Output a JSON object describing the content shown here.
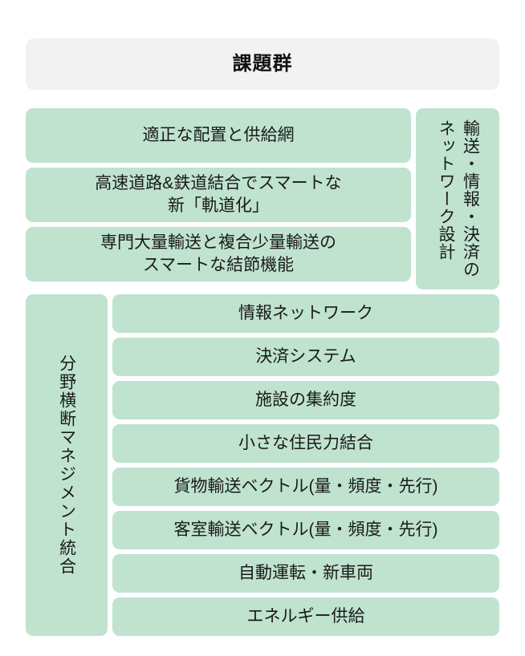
{
  "header": {
    "title": "課題群"
  },
  "colors": {
    "header_bg": "#f2f2f2",
    "card_bg": "#bfe3cf",
    "page_bg": "#ffffff",
    "text": "#1a1a1a"
  },
  "sections": [
    {
      "id": "network-design",
      "vertical_label_line1": "輸送・情報・決済の",
      "vertical_label_line2": "ネットワーク設計",
      "rows": [
        {
          "line1": "適正な配置と供給網",
          "line2": ""
        },
        {
          "line1": "高速道路&鉄道結合でスマートな",
          "line2": "新「軌道化」"
        },
        {
          "line1": "専門大量輸送と複合少量輸送の",
          "line2": "スマートな結節機能"
        }
      ]
    },
    {
      "id": "cross-domain-management",
      "vertical_label": "分野横断マネジメント統合",
      "rows": [
        {
          "label": "情報ネットワーク"
        },
        {
          "label": "決済システム"
        },
        {
          "label": "施設の集約度"
        },
        {
          "label": "小さな住民力結合"
        },
        {
          "label": "貨物輸送ベクトル(量・頻度・先行)"
        },
        {
          "label": "客室輸送ベクトル(量・頻度・先行)"
        },
        {
          "label": "自動運転・新車両"
        },
        {
          "label": "エネルギー供給"
        }
      ]
    }
  ]
}
